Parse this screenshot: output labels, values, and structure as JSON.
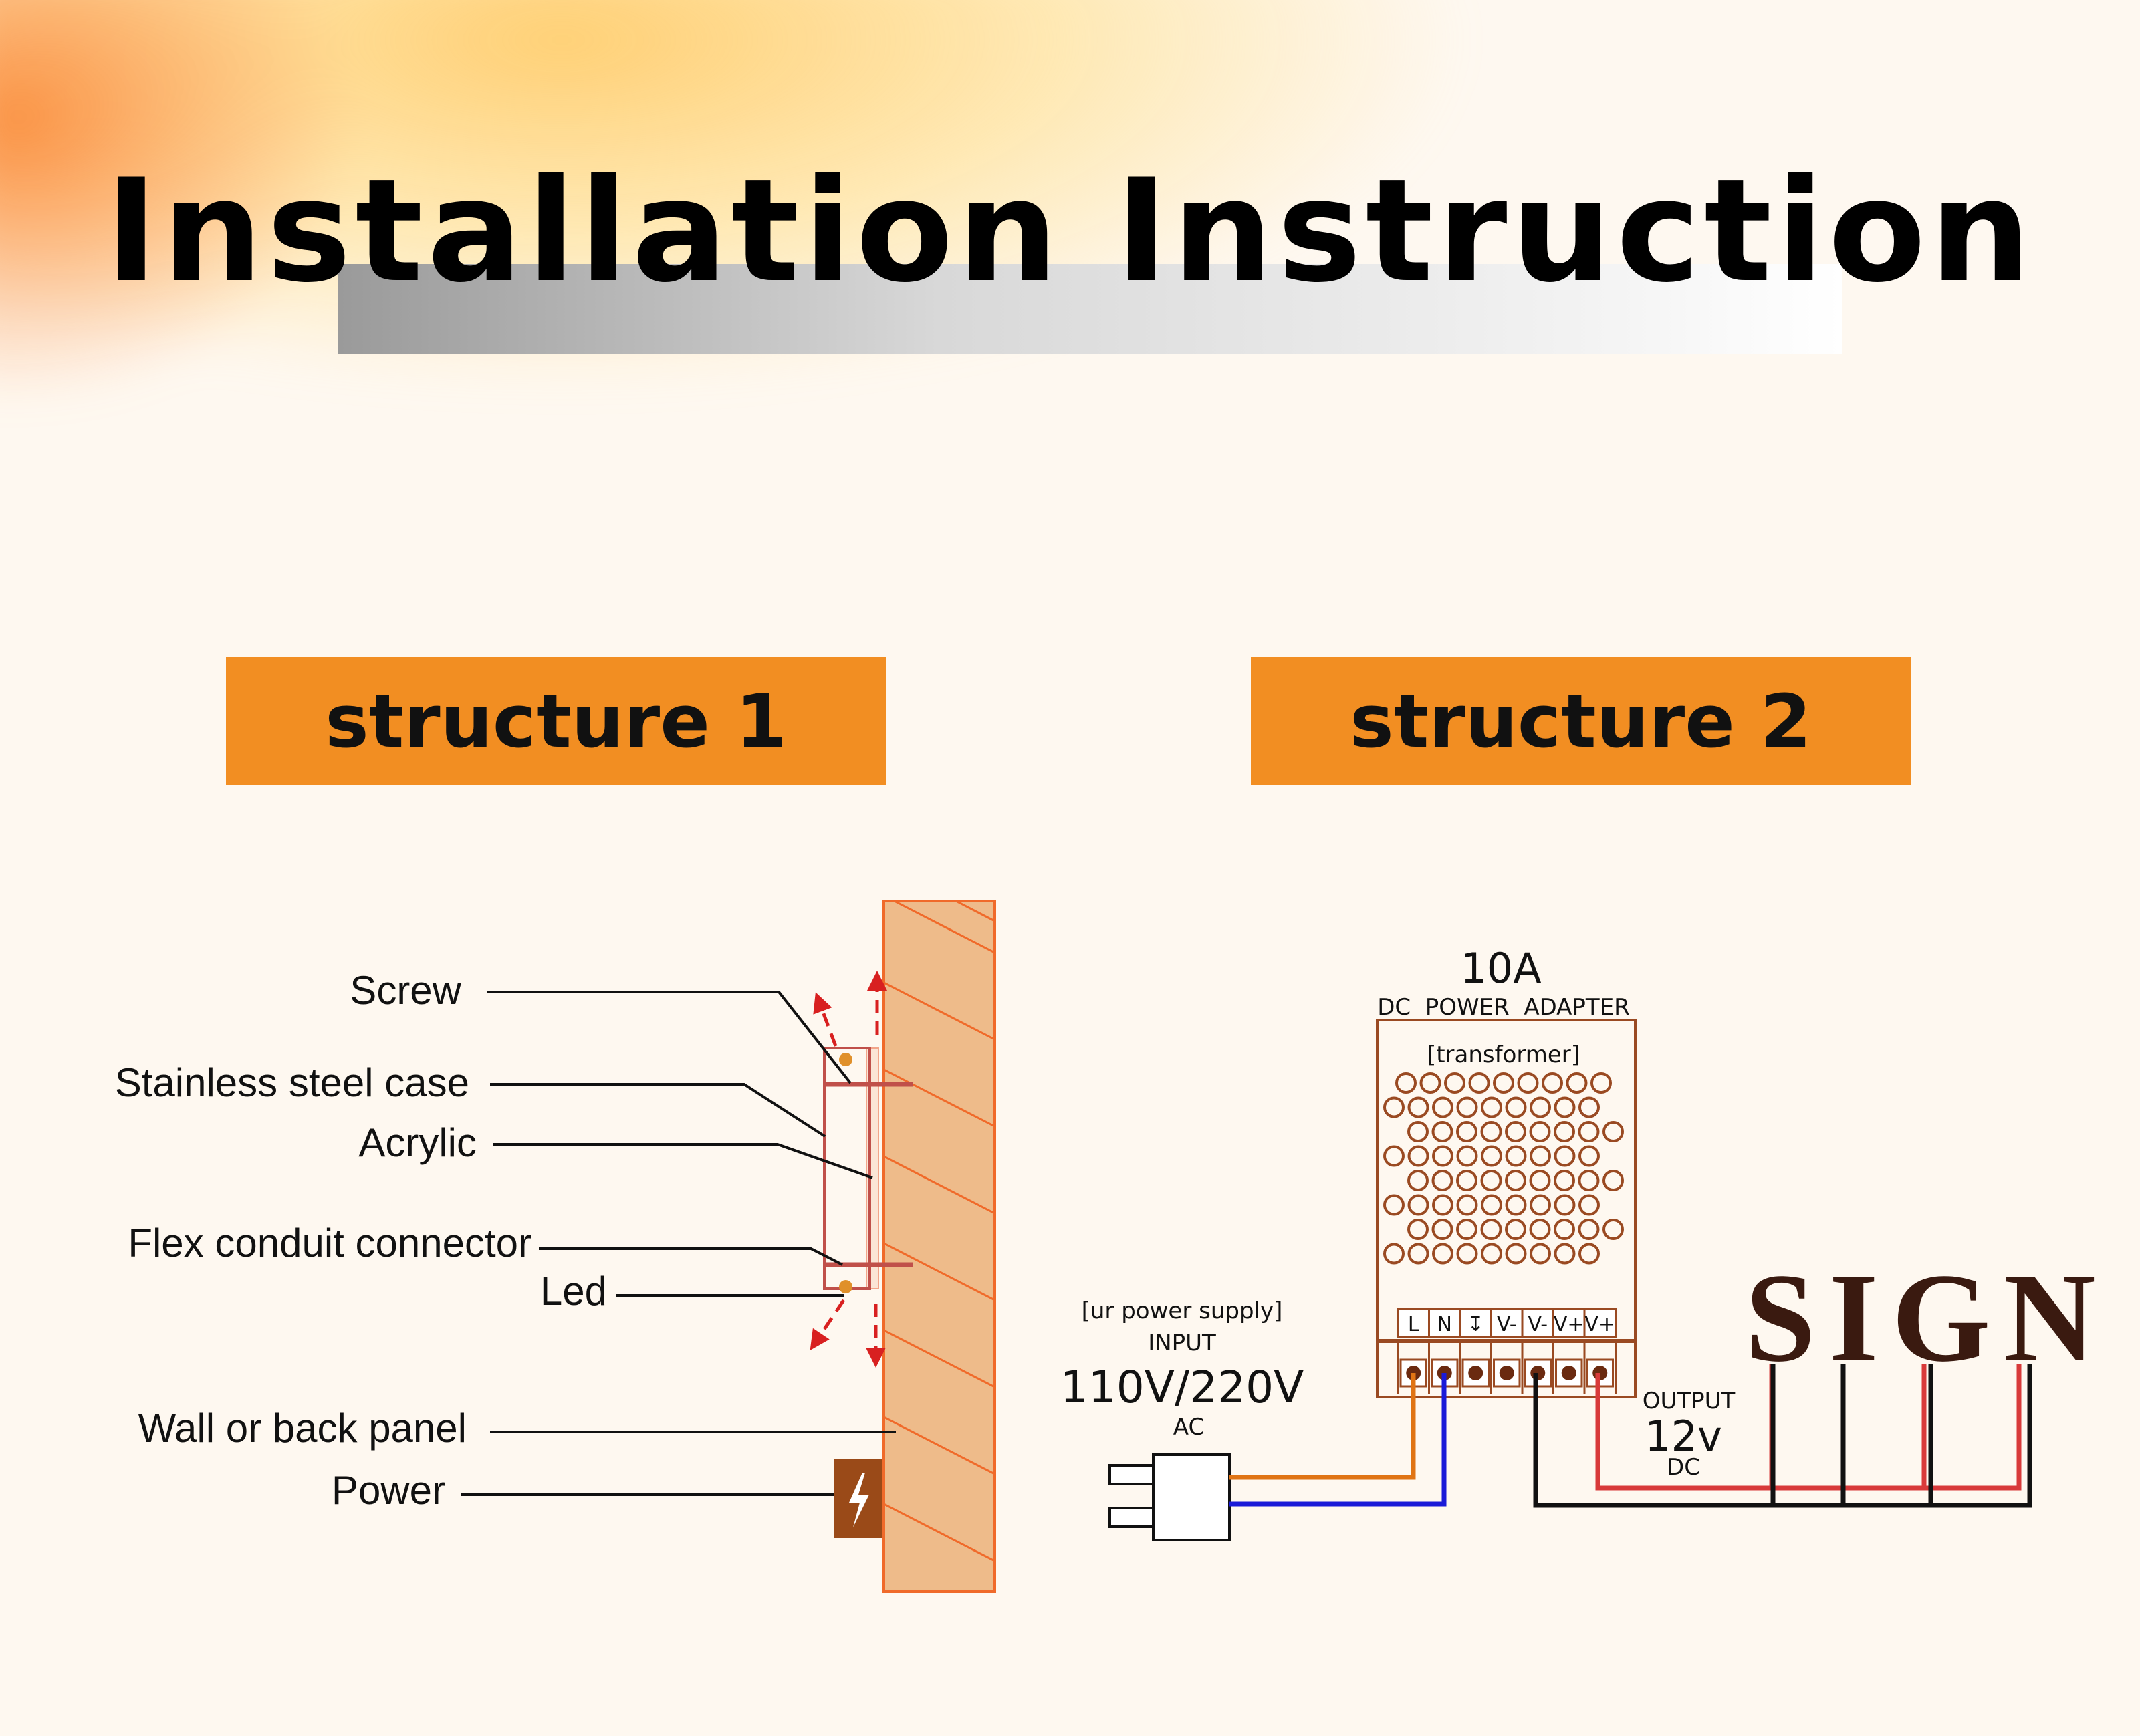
{
  "title": "Installation Instruction",
  "sections": [
    {
      "label": "structure 1"
    },
    {
      "label": "structure 2"
    }
  ],
  "structure1": {
    "labels": [
      "Screw",
      "Stainless steel case",
      "Acrylic",
      "Flex conduit connector",
      "Led",
      "Wall or back panel",
      "Power"
    ]
  },
  "structure2": {
    "amperage": "10A",
    "adapter_title": "DC  POWER  ADAPTER",
    "transformer": "[transformer]",
    "terminals": [
      "L",
      "N",
      "↧",
      "V-",
      "V-",
      "V+",
      "V+"
    ],
    "input_note": "[ur power supply]",
    "input_label": "INPUT",
    "input_voltage": "110V/220V",
    "input_type": "AC",
    "output_label": "OUTPUT",
    "output_voltage": "12v",
    "output_type": "DC",
    "sign": "SIGN"
  },
  "colors": {
    "orange": "#f28e22",
    "wall_fill": "#eebb8a",
    "wall_stroke": "#f06a2a",
    "hole_stroke": "#9a4a22",
    "wire_orange": "#e07414",
    "wire_blue": "#1a1ad8",
    "wire_red": "#d83a3a",
    "wire_black": "#111111",
    "sign_color": "#3a1a10"
  }
}
